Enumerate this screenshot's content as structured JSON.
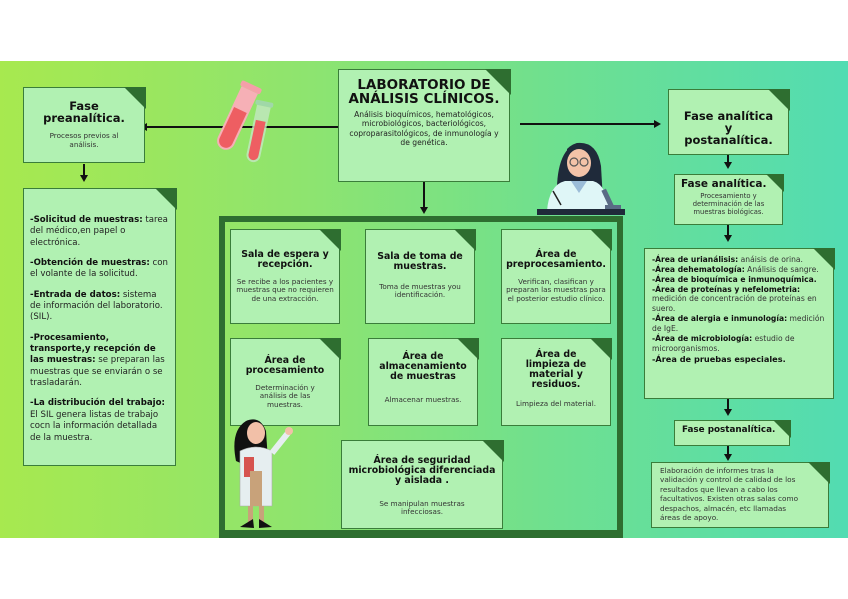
{
  "colors": {
    "gradient_left": "#a7e94f",
    "gradient_right": "#52dcb2",
    "note_fill": "#b1f1b2",
    "note_fold": "#2e6e30",
    "frame": "#2e6e30"
  },
  "center": {
    "title": "LABORATORIO DE ANÁLISIS CLÍNICOS.",
    "description": "Análisis bioquímicos, hematológicos, microbiológicos, bacteriológicos, coproparasitológicos, de inmunología y de genética."
  },
  "preanalytic": {
    "title": "Fase preanalítica.",
    "description": "Procesos previos al análisis.",
    "items": [
      {
        "term": "-Solicitud de muestras:",
        "text": " tarea del médico,en papel o electrónica."
      },
      {
        "term": "-Obtención de muestras:",
        "text": " con el volante de la solicitud."
      },
      {
        "term": "-Entrada de datos:",
        "text": " sistema de información del laboratorio. (SIL)."
      },
      {
        "term": "-Procesamiento, transporte,y recepción de las muestras:",
        "text": " se preparan las muestras que se enviarán o se trasladarán."
      },
      {
        "term": "-La distribución del trabajo:",
        "text": " El SIL genera listas de trabajo cocn la información detallada de la muestra."
      }
    ]
  },
  "areas": [
    {
      "title": "Sala de espera y recepción.",
      "description": "Se recibe a los pacientes y muestras que no requieren de una extracción."
    },
    {
      "title": "Sala de toma de muestras.",
      "description": "Toma de muestras you identificación."
    },
    {
      "title": "Área de preprocesamiento.",
      "description": "Verifican, clasifican y preparan las muestras para el posterior estudio clínico."
    },
    {
      "title": "Área de procesamiento",
      "description": "Determinación y análisis de las muestras."
    },
    {
      "title": "Área de almacenamiento de muestras",
      "description": "Almacenar muestras."
    },
    {
      "title": "Área de limpieza de material y residuos.",
      "description": "Limpieza del material."
    },
    {
      "title": "Área de seguridad microbiológica diferenciada y aislada .",
      "description": "Se manipulan muestras infecciosas."
    }
  ],
  "analytic_post": {
    "title": "Fase analítica y postanalítica."
  },
  "analytic": {
    "title": "Fase analítica.",
    "description": "Procesamiento y determinación de las muestras biológicas.",
    "items": [
      {
        "term": "-Área de urianálisis:",
        "text": " anáisis de orina."
      },
      {
        "term": "-Área dehematología:",
        "text": " Análisis de sangre."
      },
      {
        "term": "-Área de bioquímica e inmunoquímica.",
        "text": ""
      },
      {
        "term": "-Área de proteínas y nefelometria:",
        "text": " medición de concentración de proteínas en suero."
      },
      {
        "term": "-Área de alergia e inmunología:",
        "text": " medición de IgE."
      },
      {
        "term": "-Área de microbiología:",
        "text": " estudio de microorganismos."
      },
      {
        "term": "-Área de pruebas especiales.",
        "text": ""
      }
    ]
  },
  "postanalytic": {
    "title": "Fase postanalítica.",
    "description": "Elaboración de informes tras la validación y control de calidad de los resultados que llevan a cabo los facultativos. Existen otras salas como despachos, almacén, etc llamadas áreas de apoyo."
  },
  "illustrations": [
    "test-tubes",
    "scientist-at-microscope",
    "scientist-pointing"
  ]
}
